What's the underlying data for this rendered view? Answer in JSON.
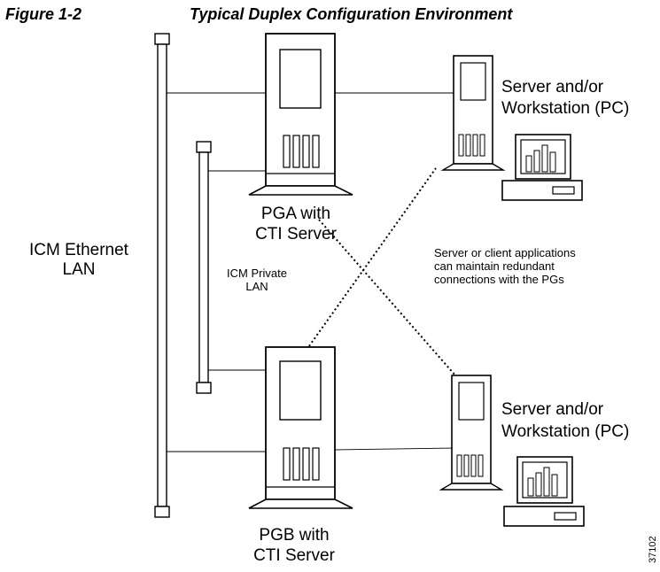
{
  "figure": {
    "number": "Figure 1-2",
    "title": "Typical Duplex Configuration Environment"
  },
  "labels": {
    "icm_ethernet_lan_line1": "ICM Ethernet",
    "icm_ethernet_lan_line2": "LAN",
    "icm_private_lan_line1": "ICM Private",
    "icm_private_lan_line2": "LAN",
    "pga_line1": "PGA with",
    "pga_line2": "CTI Server",
    "pgb_line1": "PGB with",
    "pgb_line2": "CTI Server",
    "workstation_top_line1": "Server and/or",
    "workstation_top_line2": "Workstation (PC)",
    "workstation_bottom_line1": "Server and/or",
    "workstation_bottom_line2": "Workstation (PC)",
    "note_line1": "Server or client applications",
    "note_line2": "can maintain redundant",
    "note_line3": "connections with the PGs",
    "figure_id": "37102"
  }
}
